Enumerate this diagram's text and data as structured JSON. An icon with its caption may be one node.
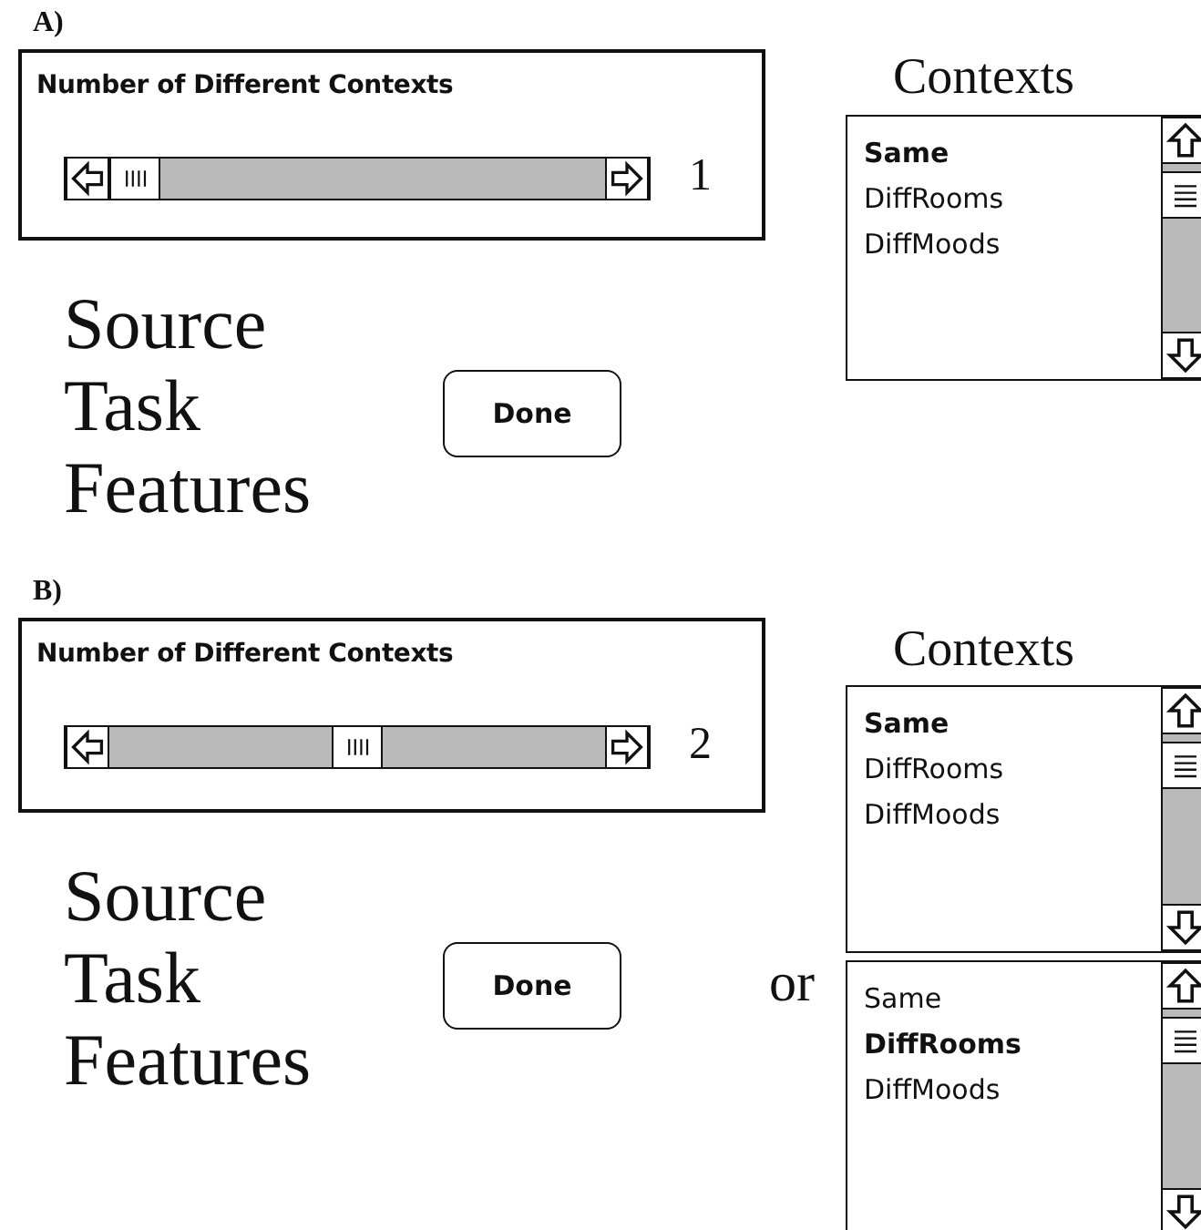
{
  "diagram": {
    "nodes": [
      {
        "text": [
          "Number of Different Contexts",
          "1"
        ]
      },
      {
        "text": [
          "Same",
          "DiffRooms",
          "DiffMoods"
        ]
      },
      {
        "text": [
          "Done"
        ]
      },
      {
        "text": [
          "Number of Different Contexts",
          "2"
        ]
      },
      {
        "text": [
          "Same",
          "DiffRooms",
          "DiffMoods"
        ]
      },
      {
        "text": [
          "Done"
        ]
      },
      {
        "text": [
          "Same",
          "DiffRooms",
          "DiffMoods"
        ]
      }
    ],
    "edges": [],
    "labels": [
      "A)",
      "Contexts",
      "Source Task Features",
      "B)",
      "Contexts",
      "Source Task Features",
      "or"
    ]
  }
}
